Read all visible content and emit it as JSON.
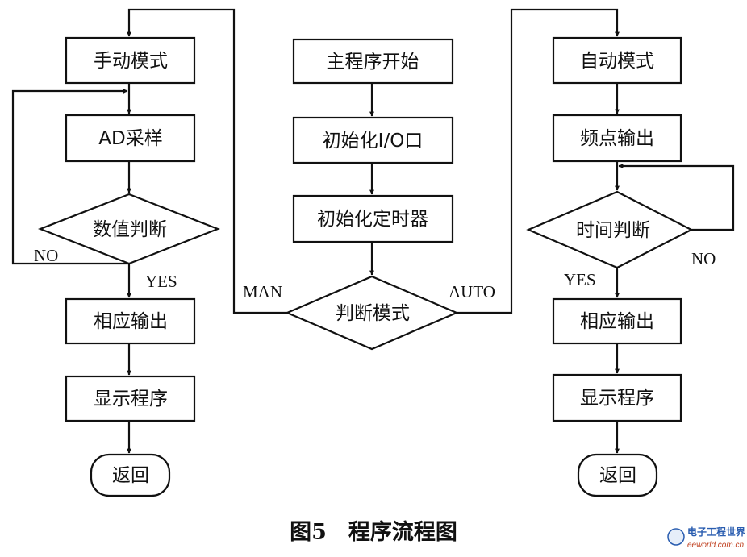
{
  "diagram": {
    "nodes": {
      "main_start": "主程序开始",
      "init_io": "初始化I/O口",
      "init_timer": "初始化定时器",
      "judge_mode": "判断模式",
      "manual_mode": "手动模式",
      "ad_sample": "AD采样",
      "value_judge": "数值判断",
      "manual_output": "相应输出",
      "manual_display": "显示程序",
      "manual_return": "返回",
      "auto_mode": "自动模式",
      "freq_output": "频点输出",
      "time_judge": "时间判断",
      "auto_output": "相应输出",
      "auto_display": "显示程序",
      "auto_return": "返回"
    },
    "edge_labels": {
      "man": "MAN",
      "auto": "AUTO",
      "manual_no": "NO",
      "manual_yes": "YES",
      "auto_no": "NO",
      "auto_yes": "YES"
    },
    "caption": "图5　程序流程图"
  },
  "watermark": {
    "title": "电子工程世界",
    "url": "eeworld.com.cn"
  },
  "colors": {
    "ink": "#111111",
    "watermark_blue": "#2a5db0",
    "watermark_red": "#c04020"
  }
}
